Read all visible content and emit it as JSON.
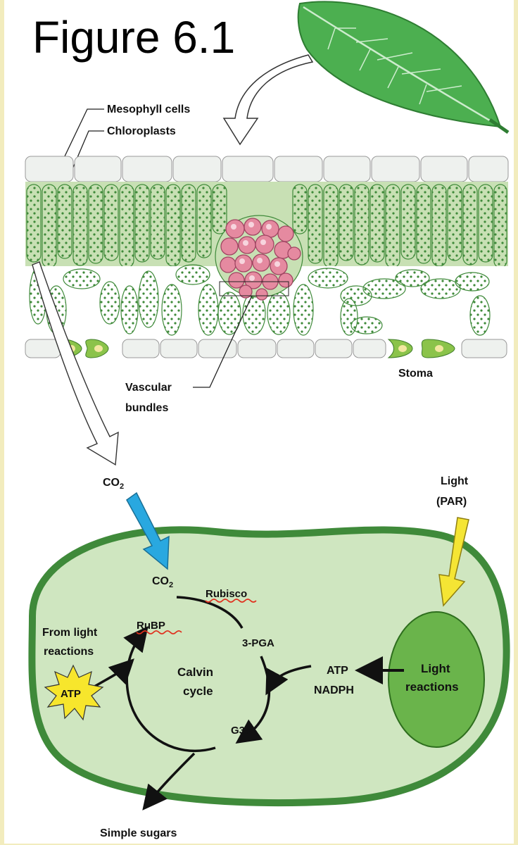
{
  "figure_title": "Figure 6.1",
  "labels": {
    "mesophyll_cells": "Mesophyll cells",
    "chloroplasts": "Chloroplasts",
    "stoma": "Stoma",
    "vascular_line1": "Vascular",
    "vascular_line2": "bundles",
    "co2_outside": "CO",
    "co2_inside": "CO",
    "co2_subscript": "2",
    "light_line1": "Light",
    "light_line2": "(PAR)",
    "rubisco": "Rubisco",
    "rubp": "RuBP",
    "pga": "3-PGA",
    "calvin_line1": "Calvin",
    "calvin_line2": "cycle",
    "g3p": "G3P",
    "from_light_line1": "From light",
    "from_light_line2": "reactions",
    "atp_burst": "ATP",
    "atp": "ATP",
    "nadph": "NADPH",
    "light_reactions_line1": "Light",
    "light_reactions_line2": "reactions",
    "simple_sugars": "Simple sugars"
  },
  "colors": {
    "leaf": "#4caf50",
    "chloroplast_fill": "#c8e0b4",
    "chloroplast_border": "#3f8a3a",
    "light_reactions": "#6ab44b",
    "cell_fill": "#cfe6c0",
    "vascular": "#e58aa0",
    "co2_arrow": "#29a8e0",
    "light_arrow": "#f5e534",
    "atp_burst": "#f7e62c"
  }
}
